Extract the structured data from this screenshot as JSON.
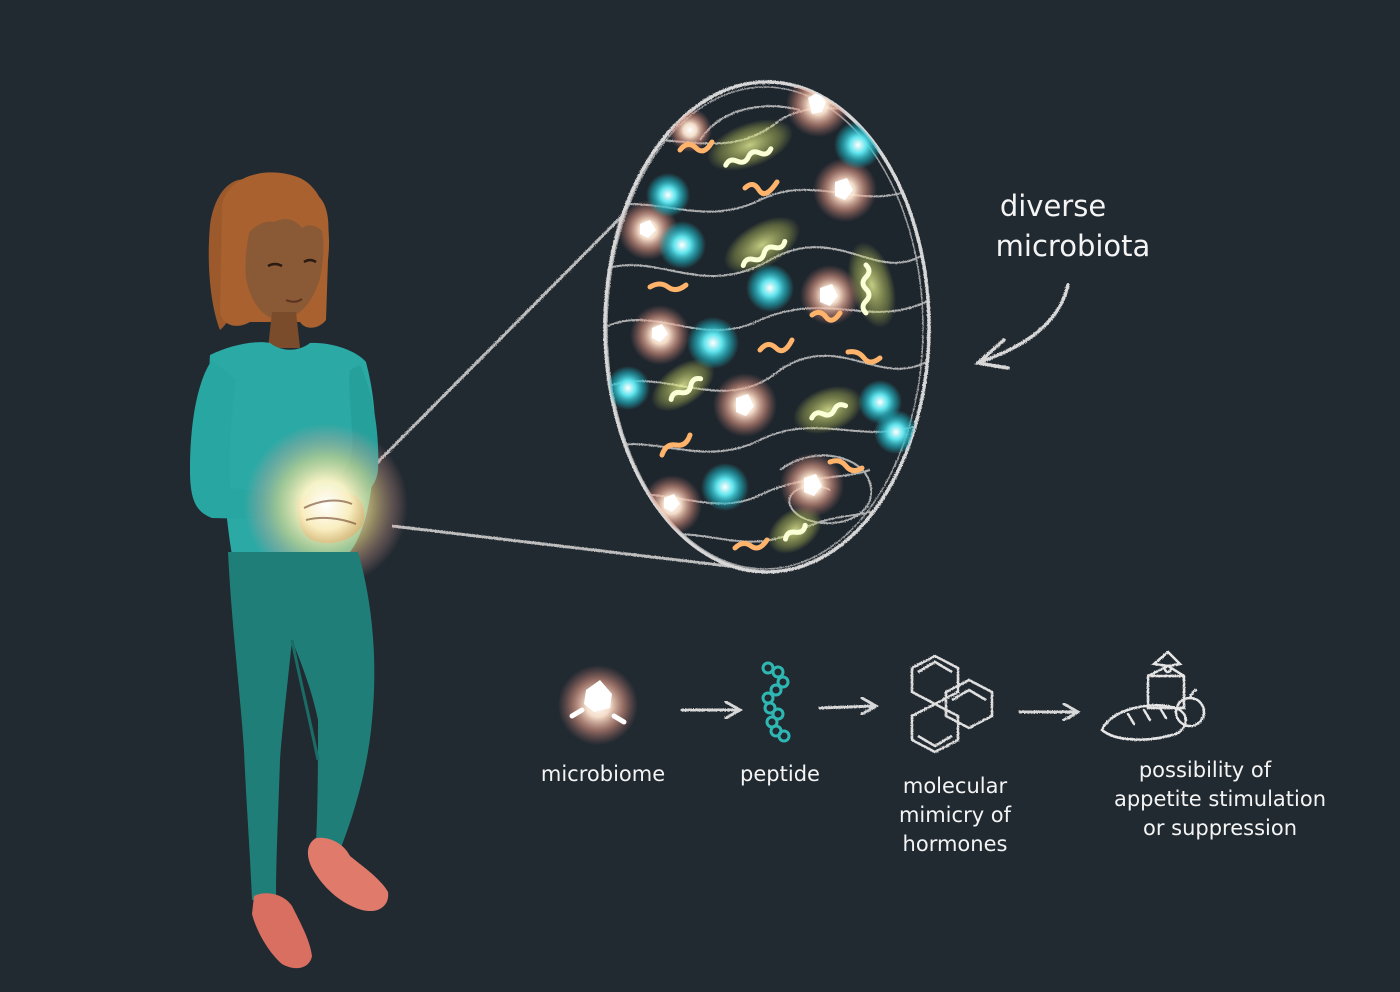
{
  "annotation": {
    "line1": "diverse",
    "line2": "microbiota"
  },
  "steps": [
    {
      "lines": [
        "microbiome"
      ]
    },
    {
      "lines": [
        "peptide"
      ]
    },
    {
      "lines": [
        "molecular",
        "mimicry of",
        "hormones"
      ]
    },
    {
      "lines": [
        "possibility of",
        "appetite stimulation",
        "or suppression"
      ]
    }
  ],
  "colors": {
    "background": "#222a31",
    "shirt": "#2aa9a5",
    "pants": "#1f7f78",
    "skin": "#8a5a36",
    "hair": "#a8612f",
    "shoes": "#e07a6a",
    "glow": "#fff3c4",
    "microbe_cyan": "#3fd3df",
    "microbe_orange": "#ff9a3a",
    "microbe_yellow": "#e9f08a",
    "chalk": "#d9d9d9"
  },
  "icons": [
    "microbe-icon",
    "peptide-chain-icon",
    "hormone-molecule-icon",
    "food-icon",
    "arrow-icon"
  ]
}
